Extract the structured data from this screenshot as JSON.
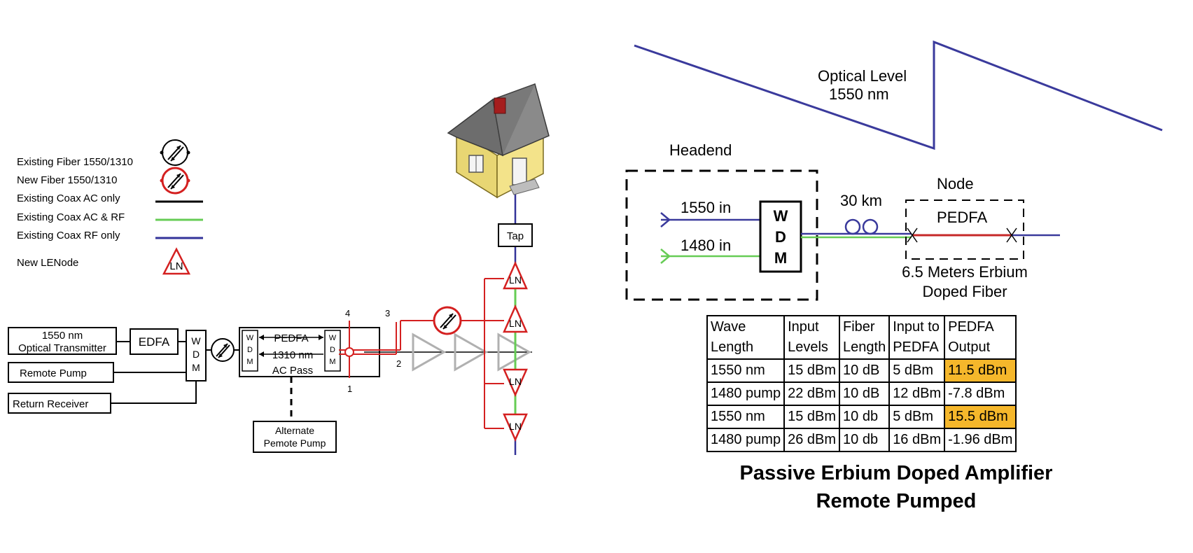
{
  "legend": {
    "items": [
      {
        "label": "Existing Fiber 1550/1310"
      },
      {
        "label": "New Fiber 1550/1310"
      },
      {
        "label": "Existing Coax AC only"
      },
      {
        "label": "Existing Coax AC & RF"
      },
      {
        "label": "Existing Coax RF only"
      },
      {
        "label": "New LENode",
        "symbol": "LN"
      }
    ]
  },
  "left_diagram": {
    "transmitter": [
      "1550 nm",
      "Optical Transmitter"
    ],
    "edfa": "EDFA",
    "wdm_letters": [
      "W",
      "D",
      "M"
    ],
    "remote_pump": "Remote Pump",
    "return_receiver": "Return Receiver",
    "pedfa_module": {
      "line1": "PEDFA",
      "line2": "1310 nm",
      "line3": "AC Pass"
    },
    "alternate_pump": [
      "Alternate",
      "Pemote Pump"
    ],
    "ports": [
      "1",
      "2",
      "3",
      "4"
    ],
    "tap": "Tap",
    "ln_label": "LN"
  },
  "right_diagram": {
    "optical_level": [
      "Optical Level",
      "1550 nm"
    ],
    "headend": "Headend",
    "node": "Node",
    "in_1550": "1550 in",
    "in_1480": "1480 in",
    "wdm_letters": [
      "W",
      "D",
      "M"
    ],
    "distance": "30 km",
    "pedfa": "PEDFA",
    "fiber_note": [
      "6.5 Meters Erbium",
      "Doped Fiber"
    ]
  },
  "table": {
    "headers": [
      [
        "Wave",
        "Length"
      ],
      [
        "Input",
        "Levels"
      ],
      [
        "Fiber",
        "Length"
      ],
      [
        "Input to",
        "PEDFA"
      ],
      [
        "PEDFA",
        "Output"
      ]
    ],
    "rows": [
      {
        "cells": [
          "1550 nm",
          "15 dBm",
          "10 dB",
          "5 dBm",
          "11.5 dBm"
        ],
        "highlight_output": true
      },
      {
        "cells": [
          "1480 pump",
          "22 dBm",
          "10 dB",
          "12 dBm",
          "-7.8 dBm"
        ],
        "highlight_output": false
      },
      {
        "cells": [
          "1550 nm",
          "15 dBm",
          "10 db",
          "5 dBm",
          "15.5 dBm"
        ],
        "highlight_output": true
      },
      {
        "cells": [
          "1480 pump",
          "26 dBm",
          "10 db",
          "16 dBm",
          "-1.96 dBm"
        ],
        "highlight_output": false
      }
    ],
    "highlight_color": "#f5b72b"
  },
  "caption": [
    "Passive Erbium Doped Amplifier",
    "Remote Pumped"
  ],
  "colors": {
    "fiber_new": "#d42020",
    "coax_ac_rf": "#66cc55",
    "coax_rf": "#333399",
    "optical_level": "#3a3a9c",
    "amp_gray": "#b0b0b0"
  }
}
